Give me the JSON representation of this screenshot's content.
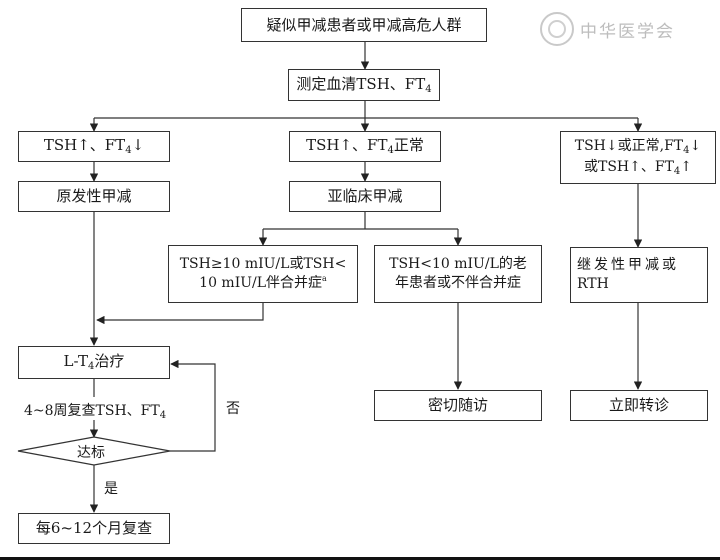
{
  "watermark": {
    "text": "中华医学会"
  },
  "nodes": {
    "start": "疑似甲减患者或甲减高危人群",
    "measure": "测定血清TSH、FT",
    "sub4": "4",
    "left_cond_a": "TSH↑、FT",
    "left_cond_b": "↓",
    "mid_cond_a": "TSH↑、FT",
    "mid_cond_b": "正常",
    "right_cond_l1a": "TSH↓或正常,FT",
    "right_cond_l1b": "↓",
    "right_cond_l2a": "或TSH↑、FT",
    "right_cond_l2b": "↑",
    "primary": "原发性甲减",
    "subclinical": "亚临床甲减",
    "tsh_high_l1": "TSH≥10 mIU/L或TSH<",
    "tsh_high_l2": "10 mIU/L伴合并症",
    "tsh_high_mark": "a",
    "tsh_low_l1": "TSH<10 mIU/L的老",
    "tsh_low_l2": "年患者或不伴合并症",
    "secondary_l1": "继发性甲减或",
    "secondary_l2": "RTH",
    "lt4_a": "L-T",
    "lt4_b": "治疗",
    "recheck_a": "4~8周复查TSH、FT",
    "target": "达标",
    "follow": "密切随访",
    "refer": "立即转诊",
    "yearly": "每6~12个月复查"
  },
  "edge_labels": {
    "no": "否",
    "yes": "是"
  }
}
